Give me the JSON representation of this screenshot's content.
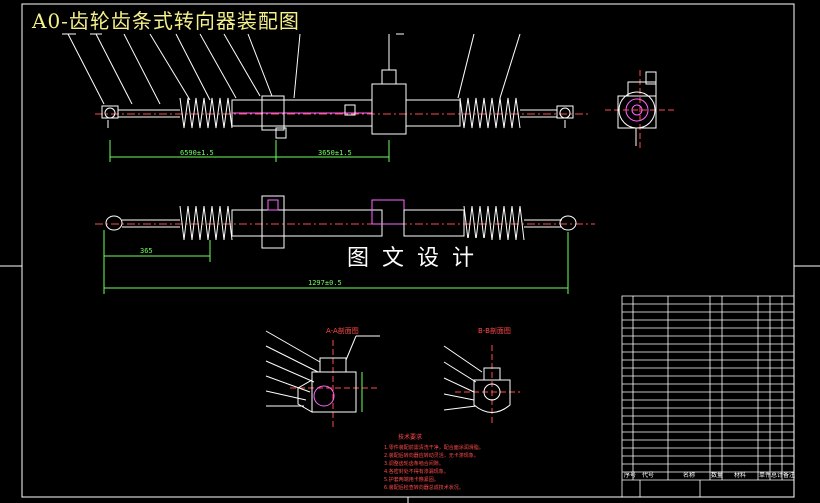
{
  "drawing": {
    "title": "A0-齿轮齿条式转向器装配图",
    "watermark": "图文设计",
    "top_view": {
      "dim_left": "6590±1.5",
      "dim_right": "3650±1.5"
    },
    "front_view": {
      "dim_short": "365",
      "dim_total": "1297±0.5"
    },
    "section_a": {
      "label": "A-A剖面图"
    },
    "section_b": {
      "label": "B-B剖面图"
    },
    "tech_requirements": {
      "heading": "技术要求",
      "items": [
        "1.零件装配前需清洗干净，配合面涂润滑脂。",
        "2.装配后转向器应转动灵活，无卡滞现象。",
        "3.调整齿轮齿条啮合间隙。",
        "4.各密封处不得有渗漏现象。",
        "5.护套两端用卡箍紧固。",
        "6.装配后检查转向器总成技术状况。"
      ]
    },
    "title_block": {
      "header_cols": [
        "序号",
        "代号",
        "名称",
        "数量",
        "材料",
        "单件",
        "总计",
        "备注"
      ]
    }
  },
  "colors": {
    "background": "#000000",
    "title": "#f5f08a",
    "outline": "#ffffff",
    "dimension": "#6cff5c",
    "centerline": "#ff4a4a",
    "detail": "#ff66ff"
  }
}
